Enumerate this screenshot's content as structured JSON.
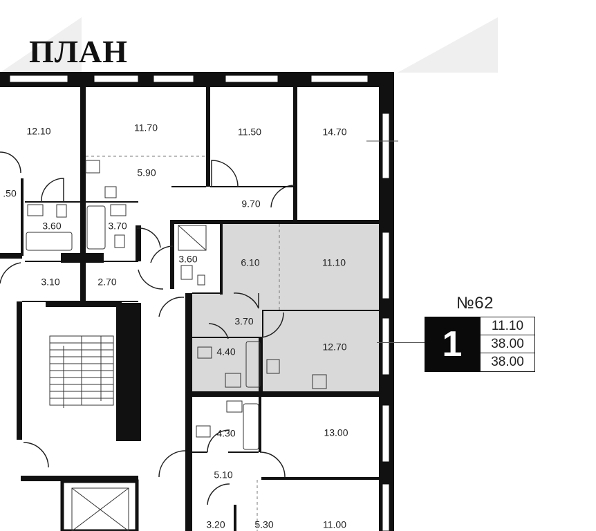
{
  "header": {
    "title": "ПЛАН"
  },
  "apartment": {
    "number": "№62",
    "rooms": "1",
    "living_area": "11.10",
    "total_area": "38.00",
    "total_area_2": "38.00",
    "highlight_color": "#d9d9d9"
  },
  "rooms": [
    {
      "label": "12.10",
      "highlighted": false
    },
    {
      "label": "11.70",
      "highlighted": false
    },
    {
      "label": "11.50",
      "highlighted": false
    },
    {
      "label": "14.70",
      "highlighted": false
    },
    {
      "label": "5.90",
      "highlighted": false
    },
    {
      "label": ".50",
      "highlighted": false
    },
    {
      "label": "9.70",
      "highlighted": false
    },
    {
      "label": "3.60",
      "highlighted": false
    },
    {
      "label": "3.70",
      "highlighted": false
    },
    {
      "label": "3.60",
      "highlighted": false
    },
    {
      "label": "6.10",
      "highlighted": true
    },
    {
      "label": "11.10",
      "highlighted": true
    },
    {
      "label": "3.10",
      "highlighted": false
    },
    {
      "label": "2.70",
      "highlighted": false
    },
    {
      "label": "3.70",
      "highlighted": true
    },
    {
      "label": "4.40",
      "highlighted": true
    },
    {
      "label": "12.70",
      "highlighted": true
    },
    {
      "label": "4.30",
      "highlighted": false
    },
    {
      "label": "13.00",
      "highlighted": false
    },
    {
      "label": "5.10",
      "highlighted": false
    },
    {
      "label": "3.20",
      "highlighted": false
    },
    {
      "label": "5.30",
      "highlighted": false
    },
    {
      "label": "11.00",
      "highlighted": false
    }
  ]
}
